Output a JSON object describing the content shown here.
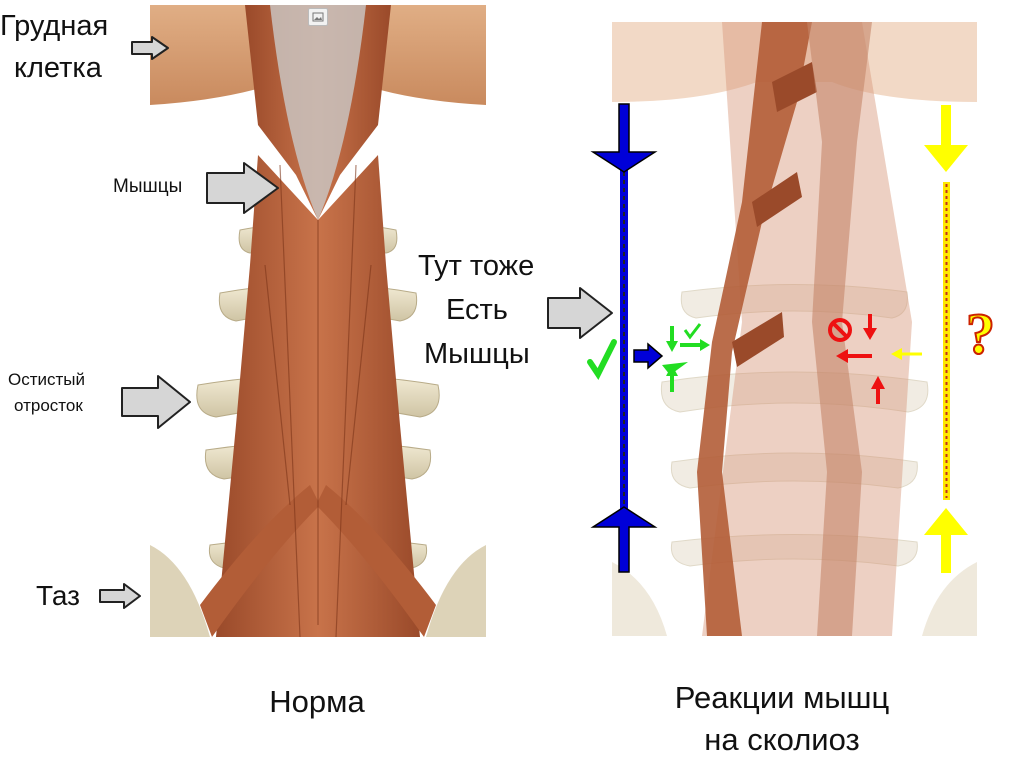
{
  "labels": {
    "chest_line1": "Грудная",
    "chest_line2": "клетка",
    "muscles": "Мышцы",
    "spinous_line1": "Остистый",
    "spinous_line2": "отросток",
    "pelvis": "Таз",
    "also_line1": "Тут тоже",
    "also_line2": "Есть",
    "also_line3": "Мышцы",
    "question_mark": "?"
  },
  "captions": {
    "normal": "Норма",
    "reaction_line1": "Реакции мышц",
    "reaction_line2": "на сколиоз"
  },
  "colors": {
    "muscle": "#b5603a",
    "bone": "#e8dfc6",
    "rib": "#d9a37b",
    "blue_arrow": "#0000d8",
    "green": "#22dd22",
    "red": "#ee1111",
    "yellow": "#ffff00",
    "gray_arrow": "#d4d4d4"
  },
  "icons": {
    "image_icon": "image-icon",
    "check": "checkmark-icon",
    "forbidden": "no-entry-icon"
  }
}
